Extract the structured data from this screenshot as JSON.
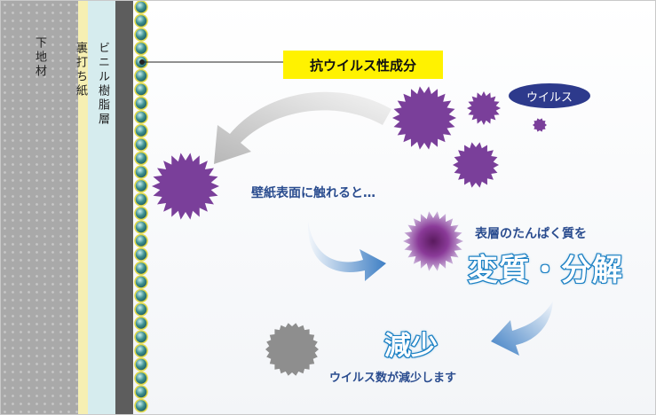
{
  "layers": {
    "substrate": "下地材",
    "backing_paper": "裏打ち紙",
    "vinyl_resin": "ビニル樹脂層"
  },
  "agent_label": "抗ウイルス性成分",
  "virus_label": "ウイルス",
  "steps": {
    "contact": "壁紙表面に触れると…",
    "protein": "表層のたんぱく質を",
    "denature": "変質・分解",
    "reduce": "減少",
    "reduce_caption": "ウイルス数が減少します"
  },
  "colors": {
    "virus": "#7a3f9a",
    "highlight": "#fff200",
    "arrow_blue": "#3f7fc4",
    "text_blue": "#2a4c8f",
    "bead": "#2d8c7c"
  }
}
